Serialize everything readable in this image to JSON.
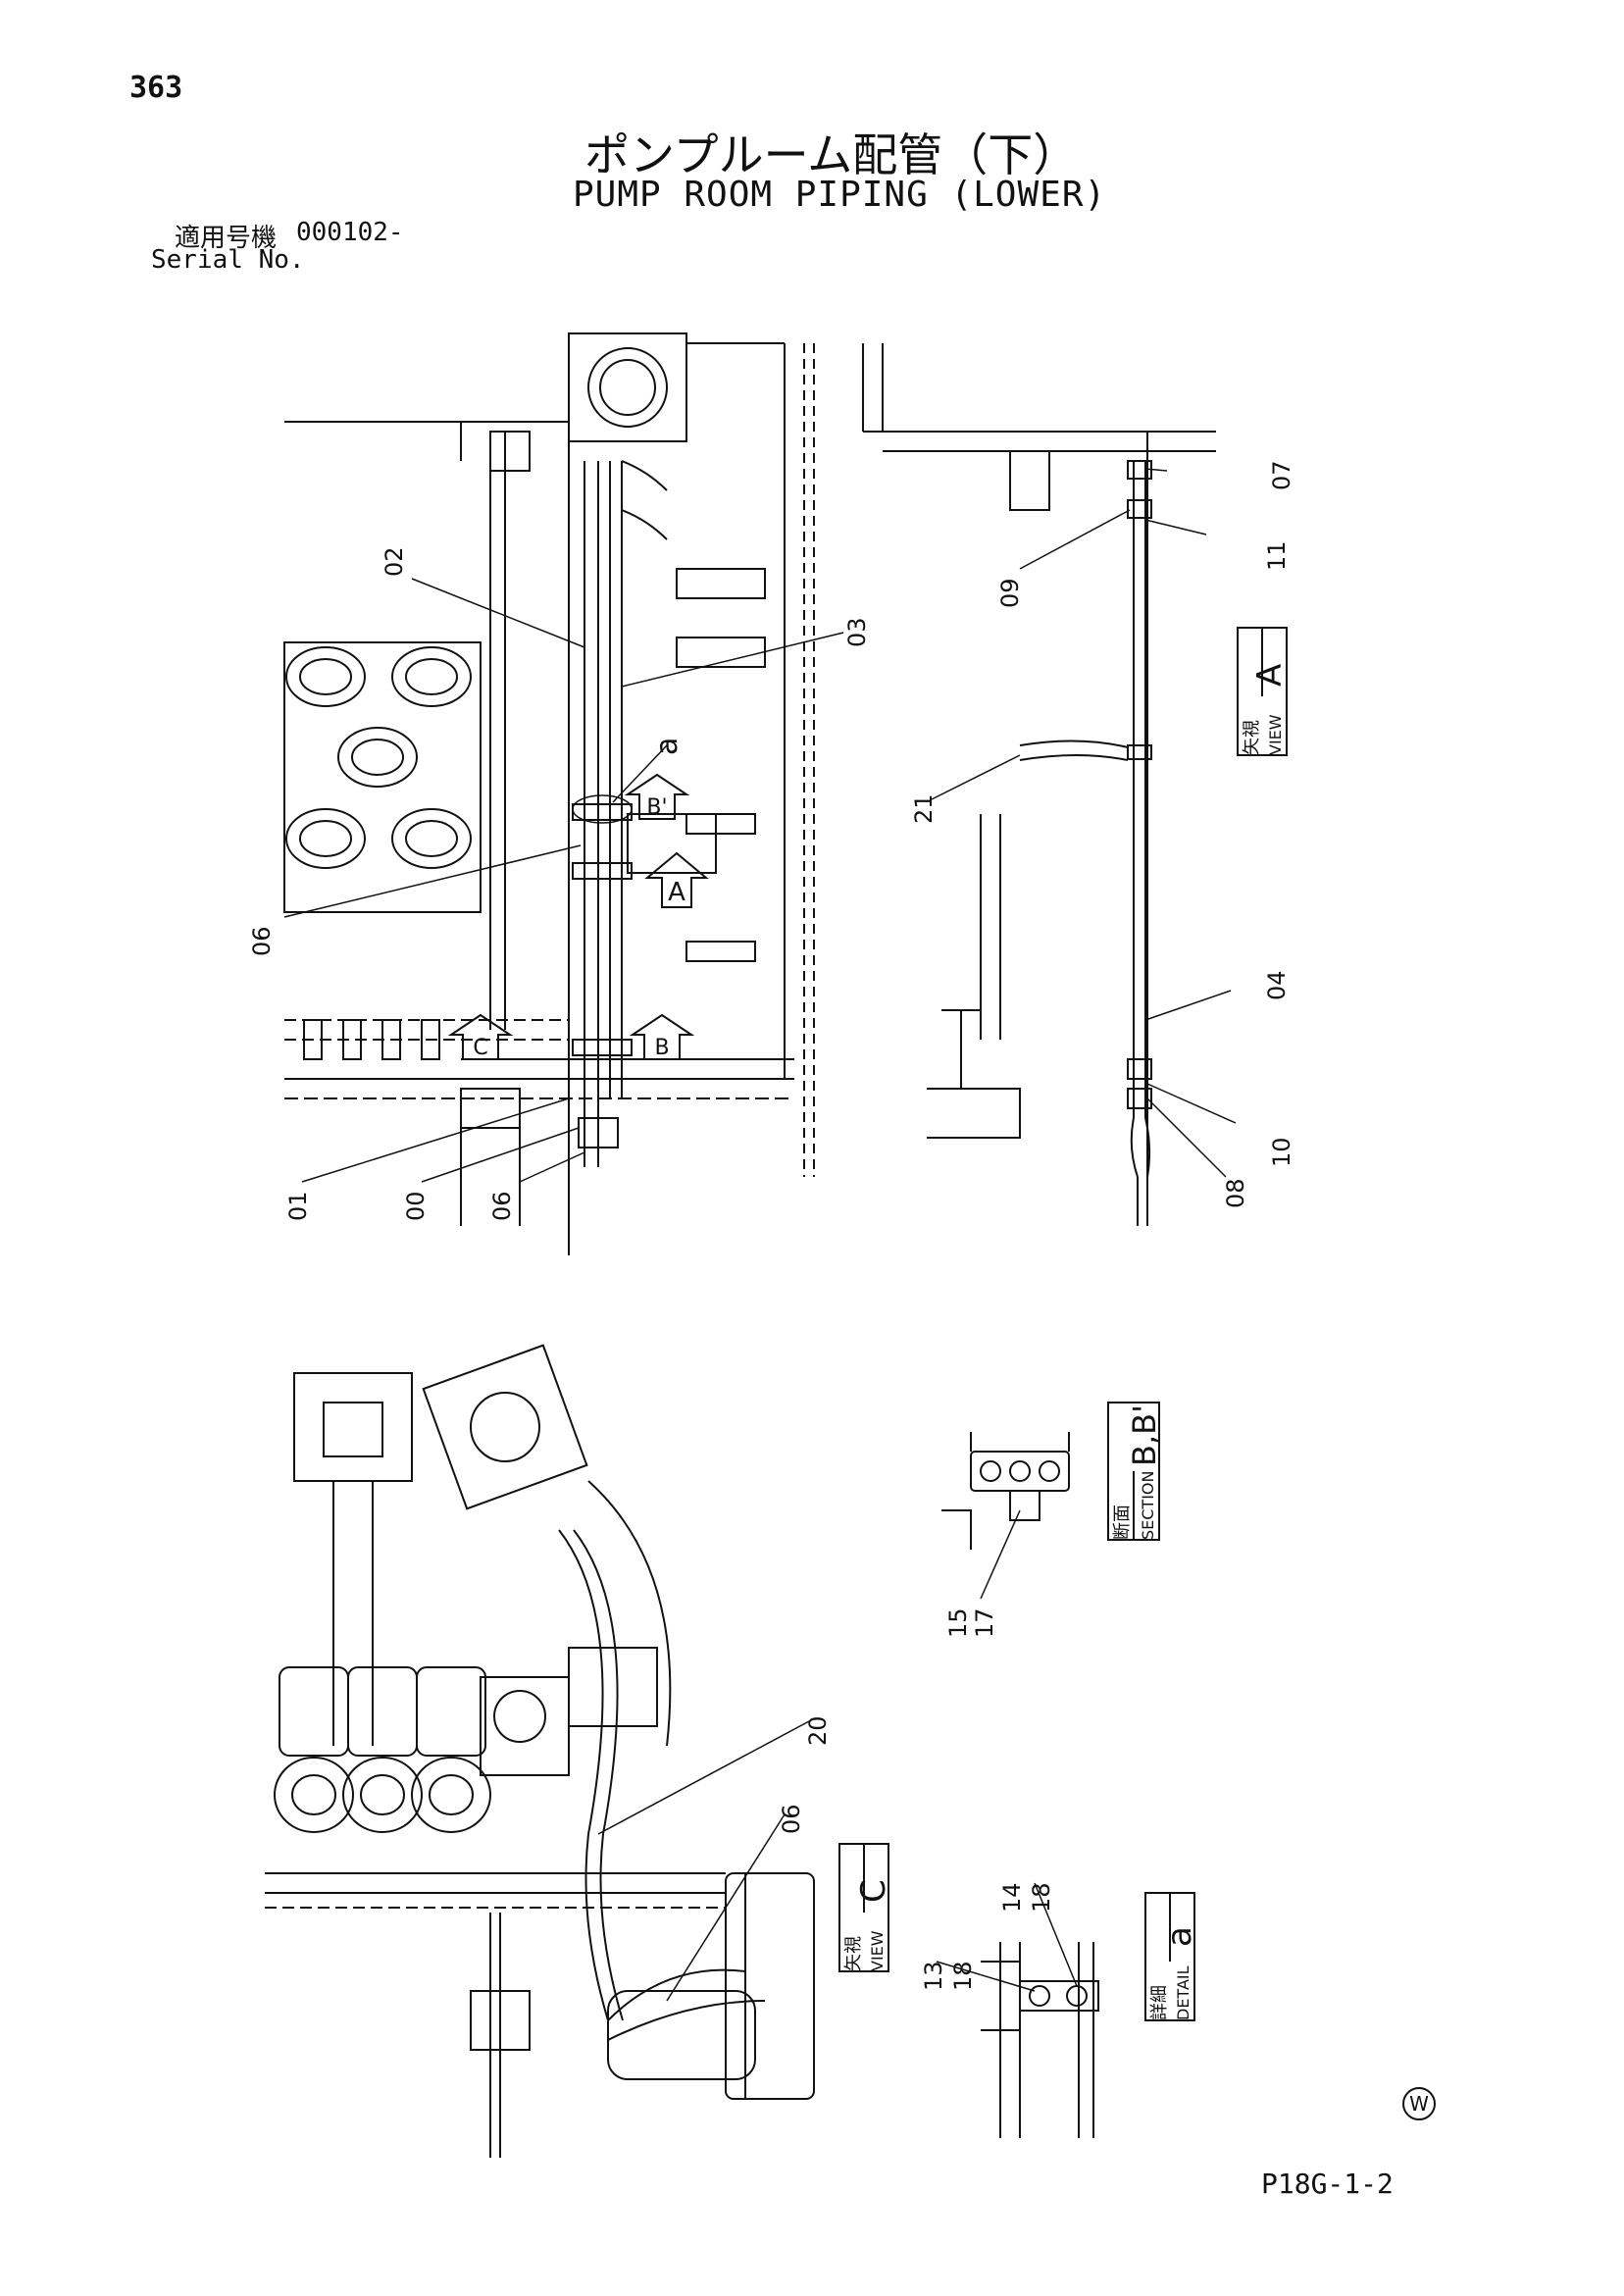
{
  "header": {
    "page_number": "363",
    "title_jp": "ポンプルーム配管（下）",
    "title_en": "PUMP ROOM PIPING (LOWER)",
    "serial_label_jp": "適用号機",
    "serial_value": "000102-",
    "serial_label_en": "Serial No."
  },
  "footer": {
    "drawing_code": "P18G-1-2",
    "mark": "W"
  },
  "views": {
    "view_a": {
      "jp": "矢視",
      "en": "VIEW",
      "letter": "A"
    },
    "section_b": {
      "jp": "断面",
      "en": "SECTION",
      "letter": "B,B'"
    },
    "view_c": {
      "jp": "矢視",
      "en": "VIEW",
      "letter": "C"
    },
    "detail_a": {
      "jp": "詳細",
      "en": "DETAIL",
      "letter": "a"
    }
  },
  "arrow_markers": {
    "a_upper": "A",
    "b_upper": "B'",
    "b_lower": "B",
    "c": "C"
  },
  "parts": {
    "p01": "01",
    "p00": "00",
    "p06a": "06",
    "p06b": "06",
    "p06c": "06",
    "p02": "02",
    "p03": "03",
    "p04": "04",
    "p07": "07",
    "p08": "08",
    "p09": "09",
    "p10": "10",
    "p11": "11",
    "p20": "20",
    "p21": "21",
    "p13": "13",
    "p14": "14",
    "p15": "15",
    "p17": "17",
    "p18a": "18",
    "p18b": "18",
    "detail_a": "a"
  }
}
